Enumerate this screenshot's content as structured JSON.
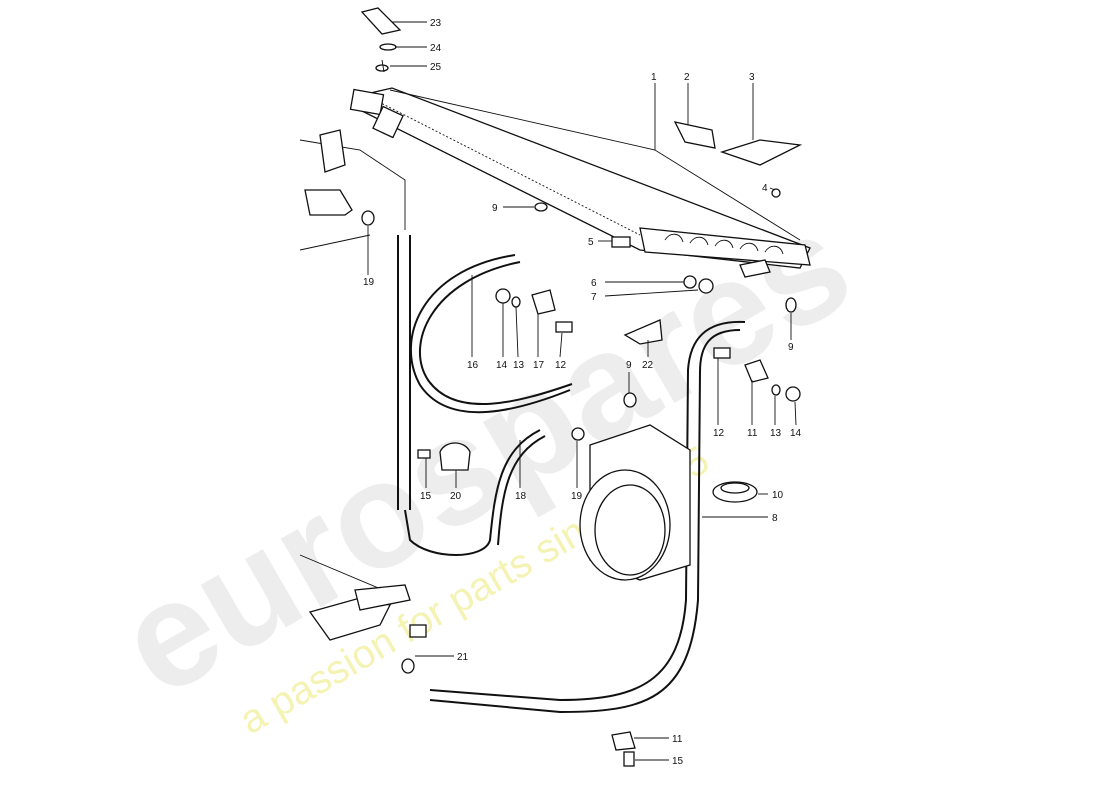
{
  "watermark": {
    "brand": "eurospares",
    "tagline": "a passion for parts since 1985"
  },
  "callouts": [
    {
      "id": "c23",
      "label": "23"
    },
    {
      "id": "c24",
      "label": "24"
    },
    {
      "id": "c25",
      "label": "25"
    },
    {
      "id": "c1",
      "label": "1"
    },
    {
      "id": "c2",
      "label": "2"
    },
    {
      "id": "c3",
      "label": "3"
    },
    {
      "id": "c4",
      "label": "4"
    },
    {
      "id": "c9a",
      "label": "9"
    },
    {
      "id": "c5",
      "label": "5"
    },
    {
      "id": "c6",
      "label": "6"
    },
    {
      "id": "c7",
      "label": "7"
    },
    {
      "id": "c9b",
      "label": "9"
    },
    {
      "id": "c19a",
      "label": "19"
    },
    {
      "id": "c16",
      "label": "16"
    },
    {
      "id": "c14a",
      "label": "14"
    },
    {
      "id": "c13a",
      "label": "13"
    },
    {
      "id": "c17",
      "label": "17"
    },
    {
      "id": "c12a",
      "label": "12"
    },
    {
      "id": "c9c",
      "label": "9"
    },
    {
      "id": "c22",
      "label": "22"
    },
    {
      "id": "c12b",
      "label": "12"
    },
    {
      "id": "c11a",
      "label": "11"
    },
    {
      "id": "c13b",
      "label": "13"
    },
    {
      "id": "c14b",
      "label": "14"
    },
    {
      "id": "c15a",
      "label": "15"
    },
    {
      "id": "c20",
      "label": "20"
    },
    {
      "id": "c18",
      "label": "18"
    },
    {
      "id": "c19b",
      "label": "19"
    },
    {
      "id": "c10",
      "label": "10"
    },
    {
      "id": "c8",
      "label": "8"
    },
    {
      "id": "c21",
      "label": "21"
    },
    {
      "id": "c11b",
      "label": "11"
    },
    {
      "id": "c15b",
      "label": "15"
    }
  ]
}
